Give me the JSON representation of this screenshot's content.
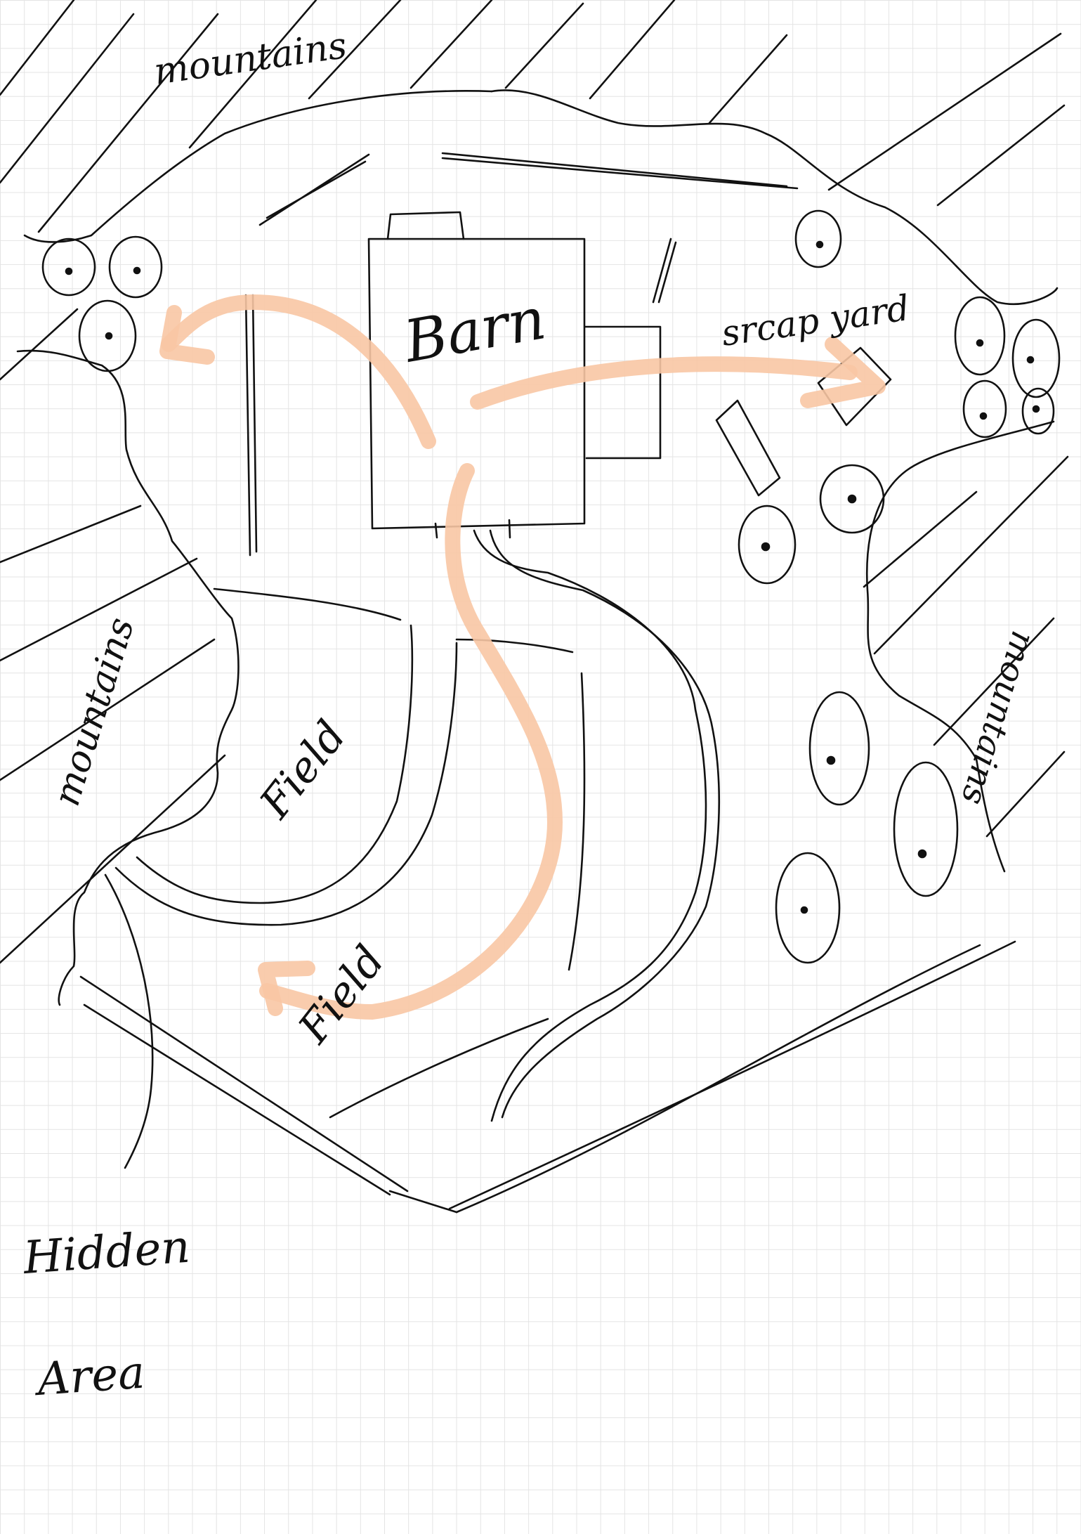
{
  "labels": {
    "mountains_top": "mountains",
    "mountains_left": "mountains",
    "mountains_right": "mountains",
    "barn": "Barn",
    "scrap_yard": "srcap yard",
    "field_upper": "Field",
    "field_lower": "Field",
    "hidden": "Hidden",
    "area": "Area"
  },
  "colors": {
    "ink": "#111111",
    "route_arrow": "#f8c7a4",
    "grid": "#e4e4e4"
  }
}
